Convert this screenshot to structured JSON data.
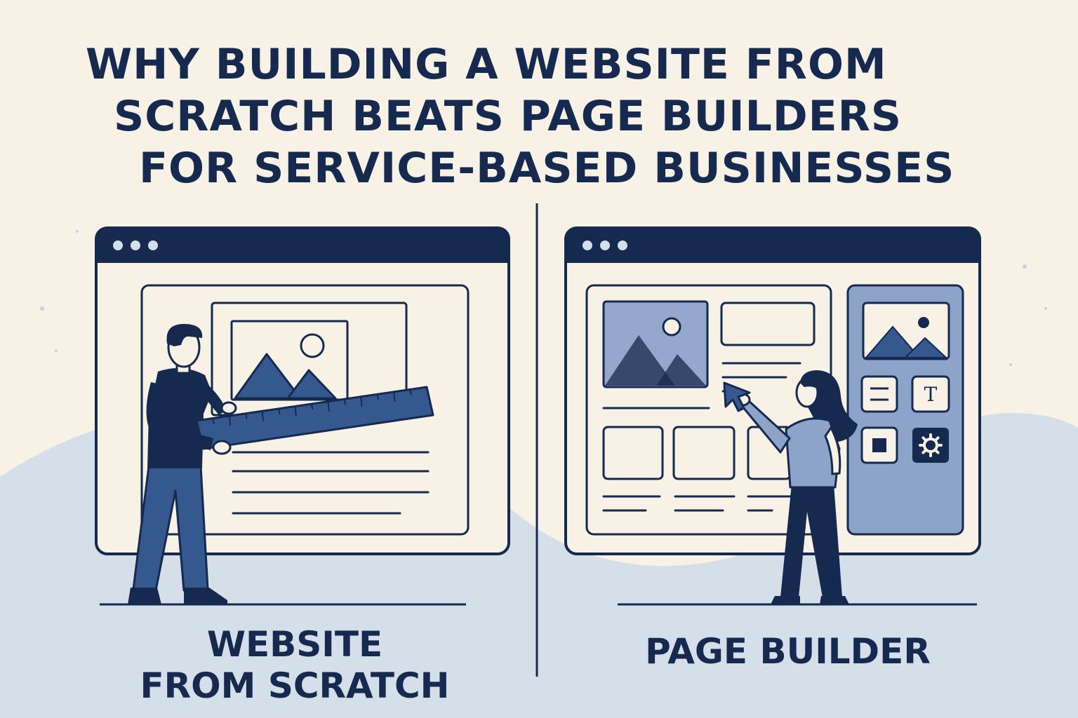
{
  "title": {
    "line1": "WHY BUILDING A WEBSITE FROM",
    "line2": "SCRATCH BEATS PAGE BUILDERS",
    "line3": "FOR SERVICE-BASED BUSINESSES"
  },
  "left_panel": {
    "caption_line1": "WEBSITE",
    "caption_line2": "FROM SCRATCH"
  },
  "right_panel": {
    "caption": "PAGE BUILDER",
    "toolbox_text_icon_glyph": "T"
  },
  "colors": {
    "navy": "#16294e",
    "blue": "#35598f",
    "light_blue": "#93a8cc",
    "panel_blue": "#8ea3c8",
    "cream": "#f7f1e6",
    "hill": "#d5dfe9"
  }
}
